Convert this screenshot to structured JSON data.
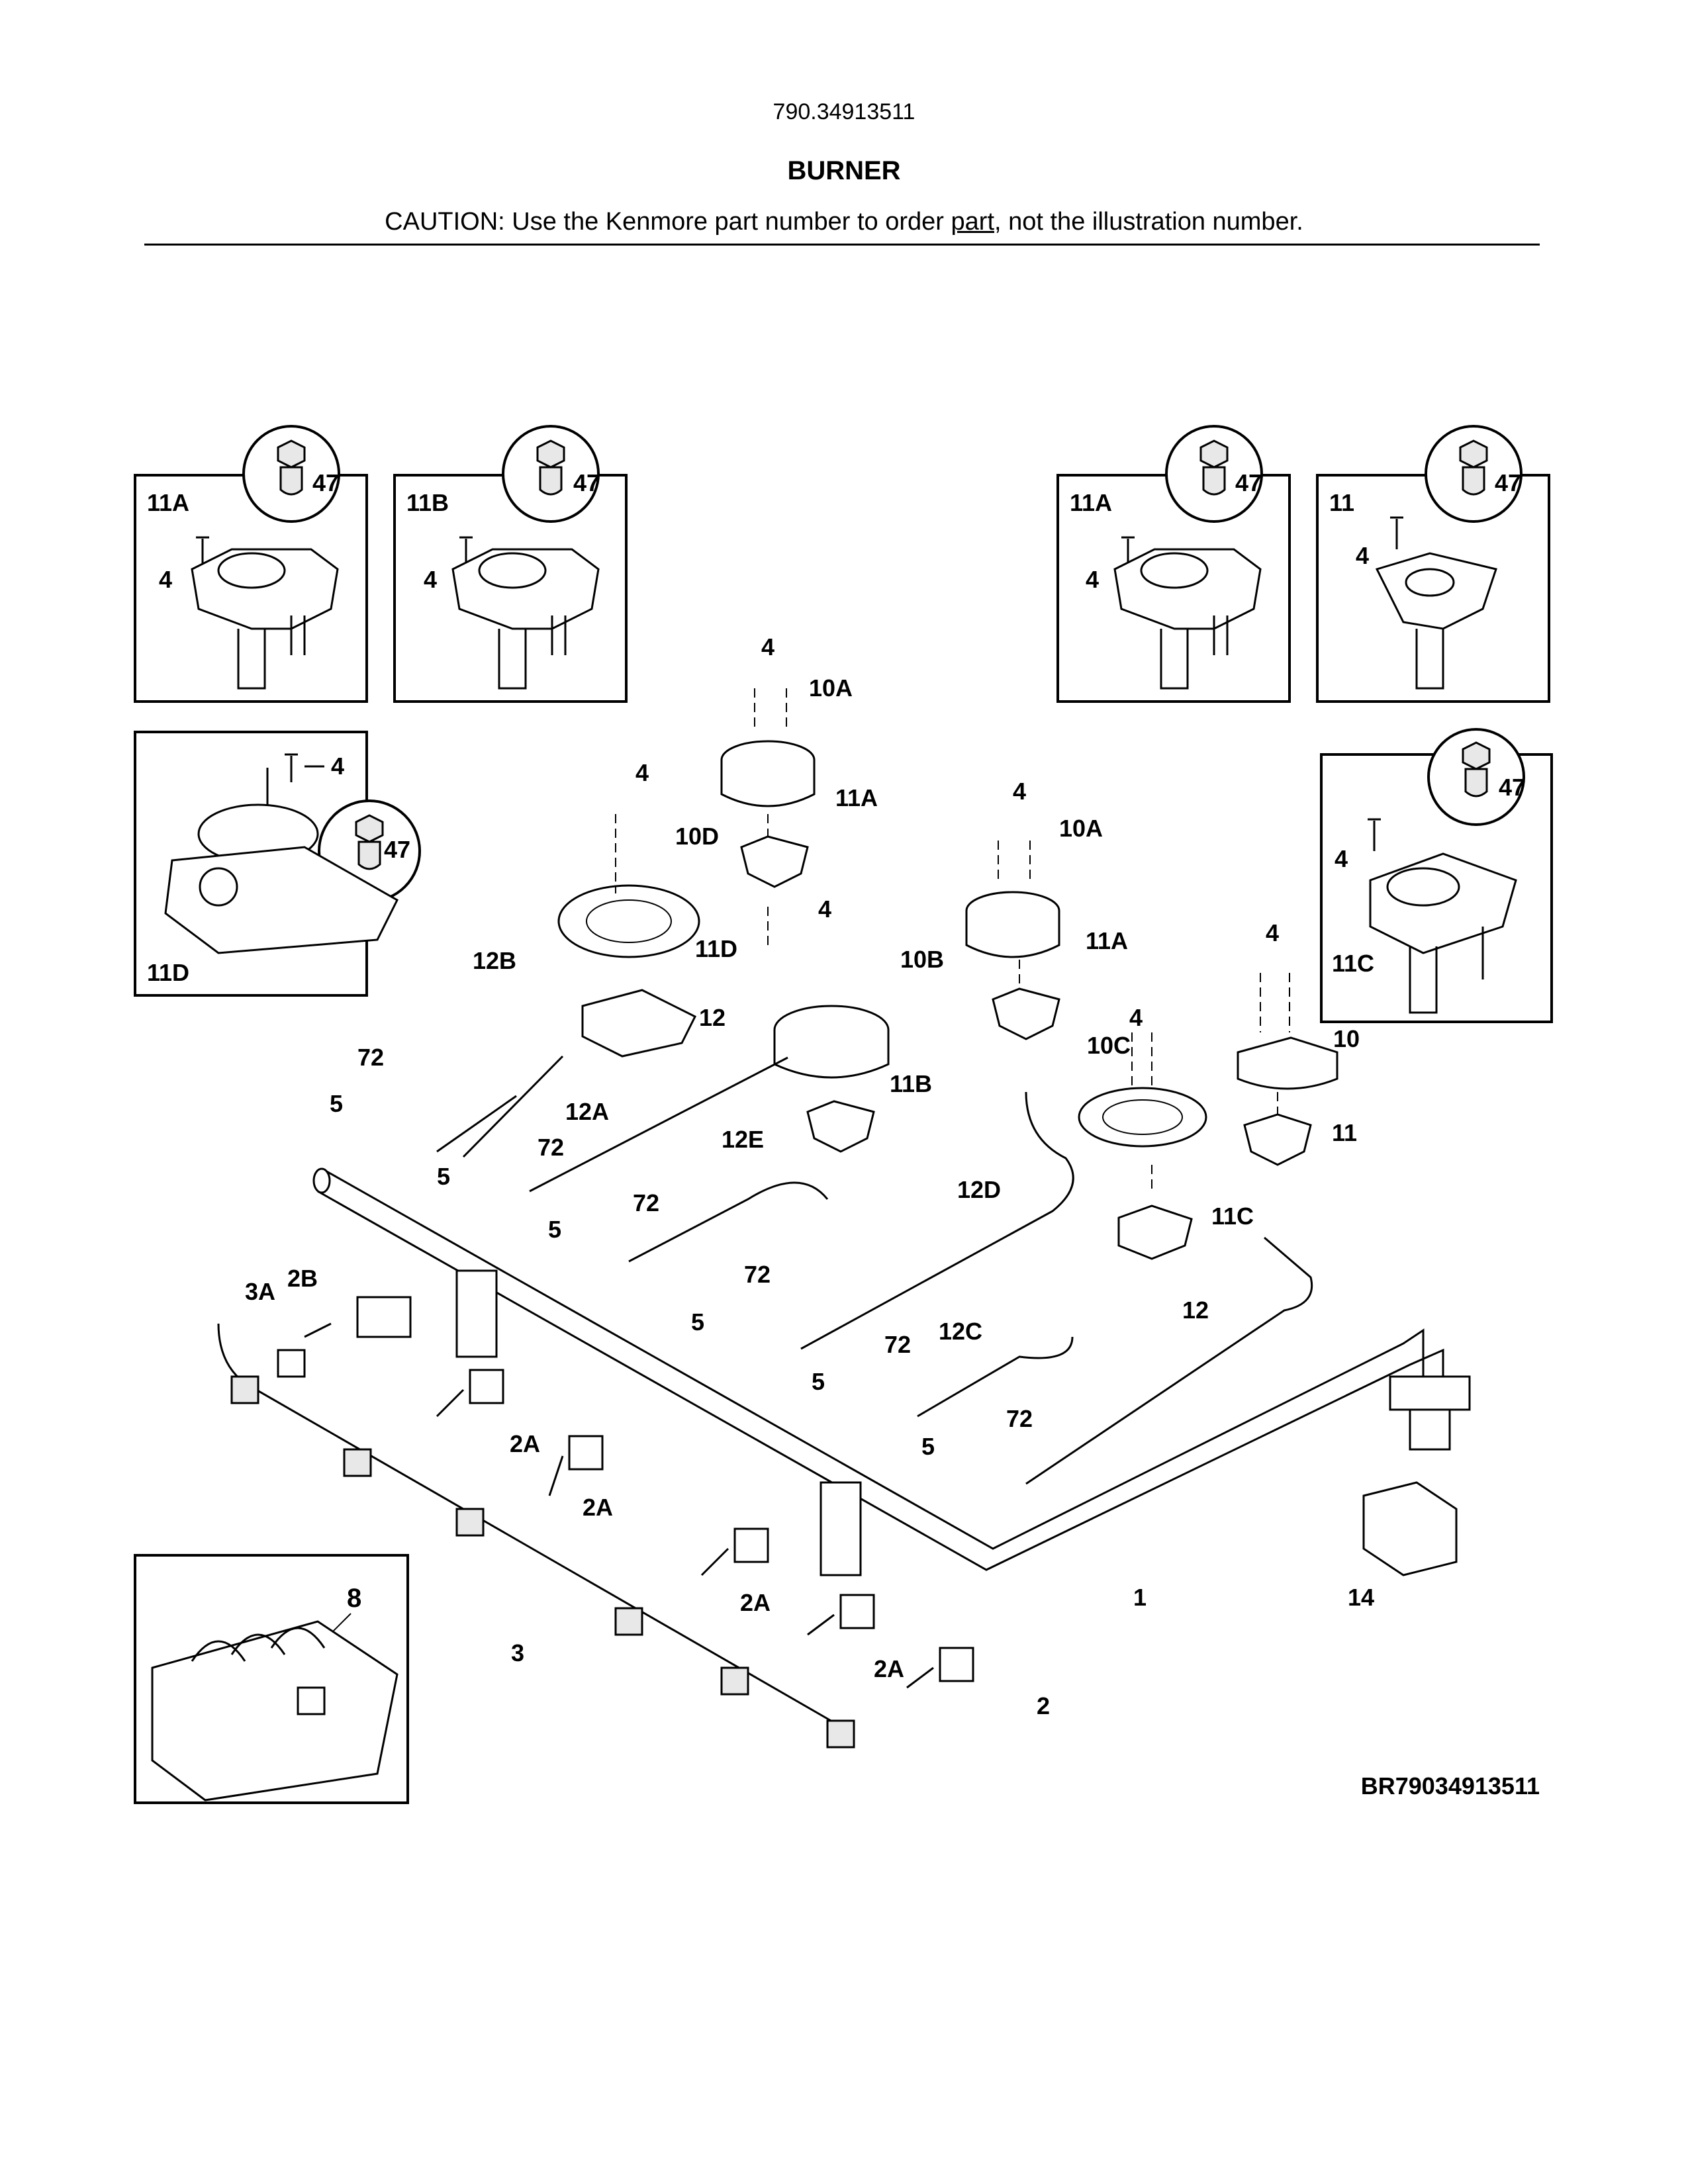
{
  "header": {
    "model_number": "790.34913511",
    "section_title": "BURNER",
    "caution_prefix": "CAUTION: Use the Kenmore part number to order ",
    "caution_link": "part",
    "caution_suffix": ", not the illustration number."
  },
  "diagram_ref": "BR79034913511",
  "insets": {
    "inset_1": {
      "title": "11A",
      "screw": "4",
      "orifice": "47"
    },
    "inset_2": {
      "title": "11B",
      "screw": "4",
      "orifice": "47"
    },
    "inset_3": {
      "title": "11A",
      "screw": "4",
      "orifice": "47"
    },
    "inset_4": {
      "title": "11",
      "screw": "4",
      "orifice": "47"
    },
    "inset_5": {
      "title": "11D",
      "screw": "4",
      "orifice": "47"
    },
    "inset_6": {
      "title": "11C",
      "screw": "4",
      "orifice": "47"
    },
    "inset_7": {
      "part": "8"
    }
  },
  "callouts": {
    "c4a": "4",
    "c10a": "10A",
    "c11a": "11A",
    "c4b": "4",
    "c10d": "10D",
    "c4c": "4",
    "c10b": "10B",
    "c11d": "11D",
    "c12b": "12B",
    "c12": "12",
    "c4d": "4",
    "c10a2": "10A",
    "c11a2": "11A",
    "c4e": "4",
    "c10c": "10C",
    "c4f": "4",
    "c10": "10",
    "c11": "11",
    "c11b": "11B",
    "c12a": "12A",
    "c72a": "72",
    "c5a": "5",
    "c72b": "72",
    "c5b": "5",
    "c12e": "12E",
    "c72c": "72",
    "c5c": "5",
    "c12d": "12D",
    "c11c": "11C",
    "c12r": "12",
    "c3a": "3A",
    "c2b": "2B",
    "c72d": "72",
    "c5d": "5",
    "c72e": "72",
    "c12c": "12C",
    "c5e": "5",
    "c72f": "72",
    "c5f": "5",
    "c2a1": "2A",
    "c2a2": "2A",
    "c2a3": "2A",
    "c2a4": "2A",
    "c1": "1",
    "c14": "14",
    "c3": "3",
    "c2": "2"
  }
}
